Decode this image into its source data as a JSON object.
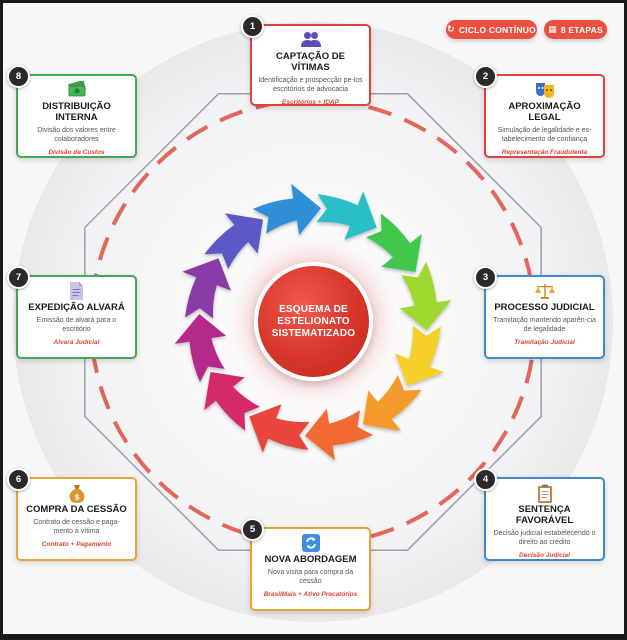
{
  "badges": {
    "cycle": "CICLO CONTÍNUO",
    "steps": "8 ETAPAS"
  },
  "center": {
    "title": "ESQUEMA DE ESTELIONATO SISTEMATIZADO"
  },
  "colors": {
    "accent": "#ea4f40",
    "card_red": "#d9453a",
    "card_blue": "#3e8ac9",
    "card_orange": "#e8a33a",
    "card_green": "#42a855"
  },
  "stages": [
    {
      "number": "1",
      "icon": "users-icon",
      "title": "CAPTAÇÃO DE VÍTIMAS",
      "description": "Identificação e prospecção pe-los escritórios de advocacia",
      "tag": "Escritórios + IDAP"
    },
    {
      "number": "2",
      "icon": "theater-masks-icon",
      "title": "APROXIMAÇÃO LEGAL",
      "description": "Simulação de legalidade e es-tabelecimento de confiança",
      "tag": "Representação Fraudulenta"
    },
    {
      "number": "3",
      "icon": "scales-icon",
      "title": "PROCESSO JUDICIAL",
      "description": "Tramitação mantendo aparên-cia de legalidade",
      "tag": "Tramitação Judicial"
    },
    {
      "number": "4",
      "icon": "clipboard-icon",
      "title": "SENTENÇA FAVORÁVEL",
      "description": "Decisão judicial estabelecendo o direito ao crédito",
      "tag": "Decisão Judicial"
    },
    {
      "number": "5",
      "icon": "refresh-icon",
      "title": "NOVA ABORDAGEM",
      "description": "Nova visita para compra da cessão",
      "tag": "BrasilMais + Ativo Precatórios"
    },
    {
      "number": "6",
      "icon": "money-bag-icon",
      "title": "COMPRA DA CESSÃO",
      "description": "Contrato de cessão e paga-mento à vítima",
      "tag": "Contrato + Pagamento"
    },
    {
      "number": "7",
      "icon": "document-icon",
      "title": "EXPEDIÇÃO ALVARÁ",
      "description": "Emissão de alvará para o escritório",
      "tag": "Alvará Judicial"
    },
    {
      "number": "8",
      "icon": "money-stack-icon",
      "title": "DISTRIBUIÇÃO INTERNA",
      "description": "Divisão dos valores entre colaboradores",
      "tag": "Divisão de Custos"
    }
  ]
}
